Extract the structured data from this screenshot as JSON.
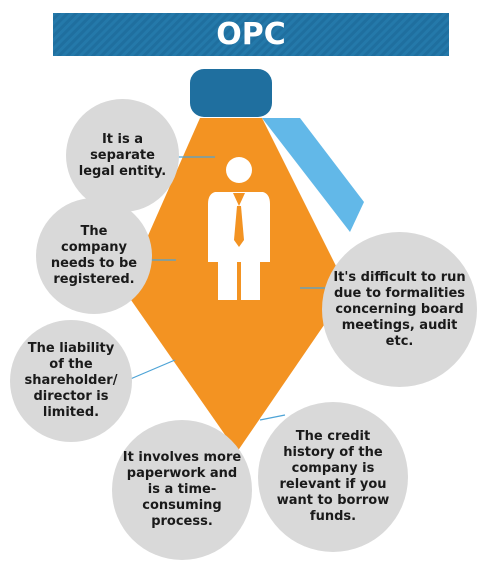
{
  "title": "OPC",
  "points": [
    "It is a separate legal entity.",
    "The company needs to be registered.",
    "The liability of the shareholder/ director is limited.",
    "It involves more paperwork and is a time-consuming process.",
    "It's difficult to run due to formalities concerning board meetings, audit etc.",
    "The credit history of the company is relevant if you want to borrow funds."
  ],
  "colors": {
    "banner": "#1f6f9f",
    "tie": "#f39322",
    "knot": "#1f6f9f",
    "collar": "#62b8e8",
    "bubble": "#d9d9d9",
    "connector": "#4da3d6"
  }
}
